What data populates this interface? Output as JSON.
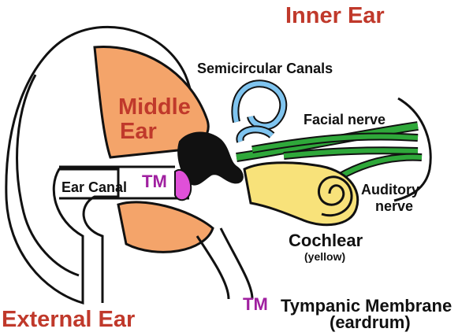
{
  "labels": {
    "inner_ear": "Inner Ear",
    "middle_ear_line1": "Middle",
    "middle_ear_line2": "Ear",
    "semicircular_canals": "Semicircular Canals",
    "facial_nerve": "Facial nerve",
    "ear_canal": "Ear Canal",
    "tm_short": "TM",
    "auditory_nerve_line1": "Auditory",
    "auditory_nerve_line2": "nerve",
    "cochlear": "Cochlear",
    "cochlear_note": "(yellow)",
    "tm_legend_abbr": "TM",
    "tm_legend_text": "Tympanic Membrane",
    "tm_legend_note": "(eardrum)",
    "external_ear": "External Ear"
  },
  "colors": {
    "region_label": "#c0392b",
    "tm_label": "#a020a0",
    "middle_ear_fill": "#f4a46a",
    "semicircular_fill": "#7fc4ef",
    "nerve_fill": "#2fa83a",
    "cochlea_fill": "#f8e27a",
    "eardrum_fill": "#e050d8",
    "ossicles_fill": "#111111"
  }
}
